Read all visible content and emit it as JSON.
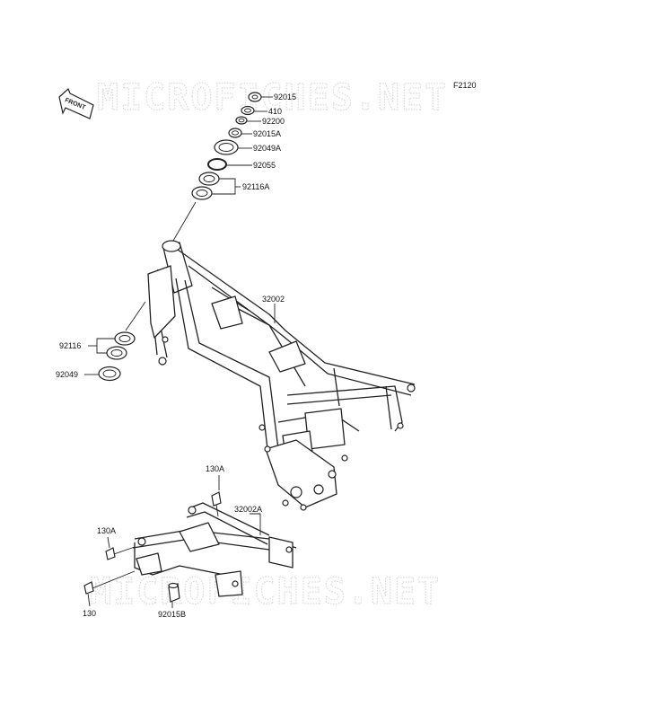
{
  "watermarks": {
    "top": "MICROFICHES.NET",
    "bottom": "MICROFICHES.NET"
  },
  "figure_code": "F2120",
  "front_arrow_text": "FRONT",
  "labels": {
    "p92015": "92015",
    "p410": "410",
    "p92200": "92200",
    "p92015A": "92015A",
    "p92049A": "92049A",
    "p92055": "92055",
    "p92116A": "92116A",
    "p32002": "32002",
    "p92116": "92116",
    "p92049": "92049",
    "p130A_top": "130A",
    "p32002A": "32002A",
    "p130A_left": "130A",
    "p130": "130",
    "p92015B": "92015B"
  }
}
